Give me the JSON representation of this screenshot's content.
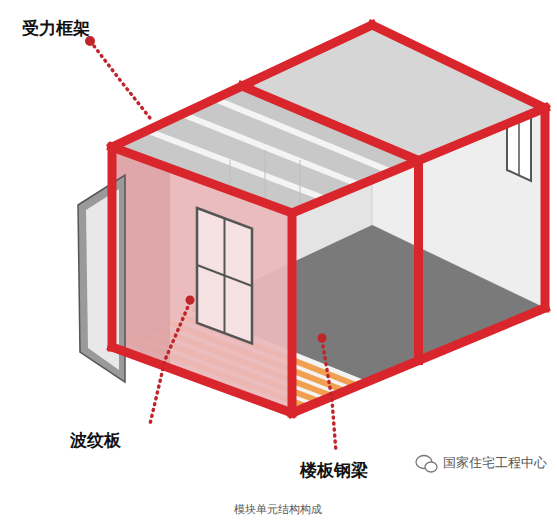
{
  "diagram": {
    "caption": "模块单元结构构成",
    "labels": [
      "受力框架",
      "波纹板",
      "楼板钢梁",
      "国家住宅工程中心"
    ]
  }
}
